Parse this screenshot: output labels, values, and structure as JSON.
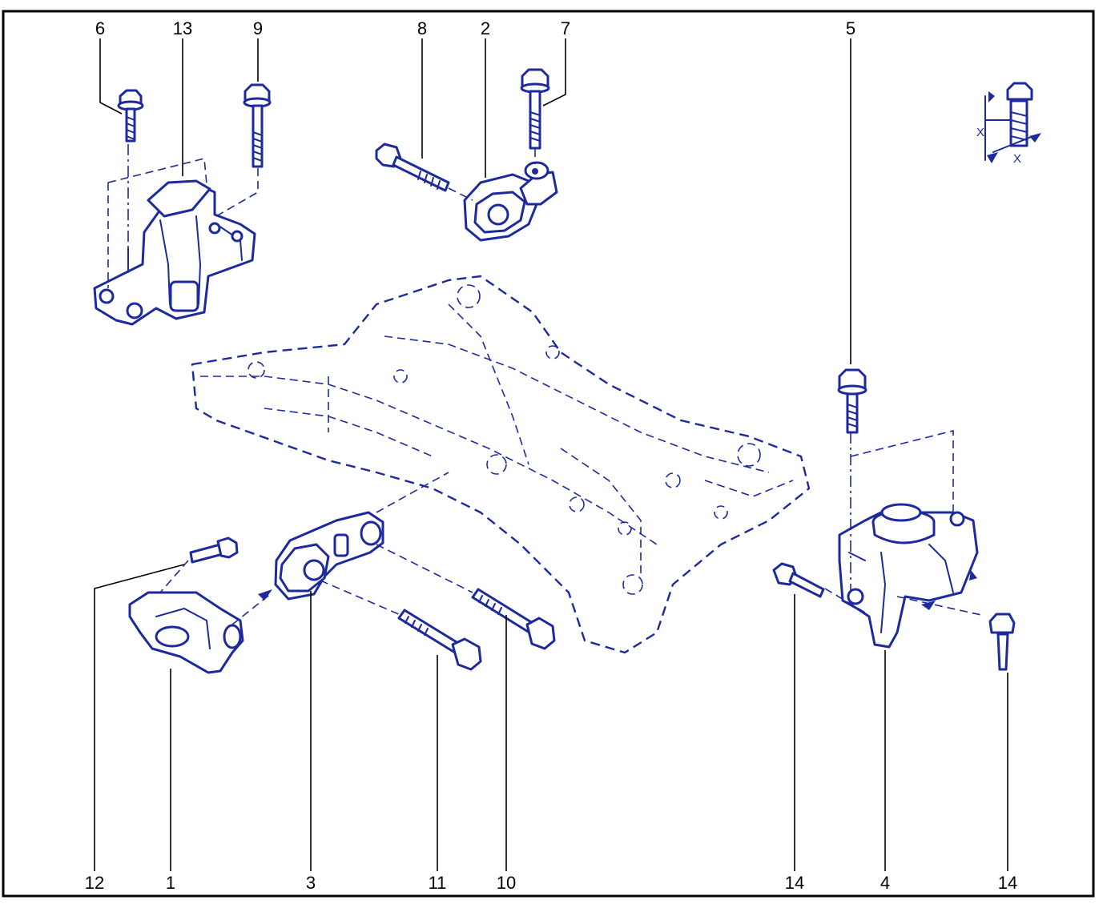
{
  "diagram": {
    "callouts": [
      {
        "id": "c6",
        "label": "6"
      },
      {
        "id": "c13",
        "label": "13"
      },
      {
        "id": "c9",
        "label": "9"
      },
      {
        "id": "c8",
        "label": "8"
      },
      {
        "id": "c2",
        "label": "2"
      },
      {
        "id": "c7",
        "label": "7"
      },
      {
        "id": "c5",
        "label": "5"
      },
      {
        "id": "c12",
        "label": "12"
      },
      {
        "id": "c1",
        "label": "1"
      },
      {
        "id": "c3",
        "label": "3"
      },
      {
        "id": "c11",
        "label": "11"
      },
      {
        "id": "c10",
        "label": "10"
      },
      {
        "id": "c14a",
        "label": "14"
      },
      {
        "id": "c4",
        "label": "4"
      },
      {
        "id": "c14b",
        "label": "14"
      }
    ],
    "inset_labels": [
      "X",
      "X"
    ],
    "colors": {
      "linework": "#1c2a9e",
      "callout": "#000000",
      "border": "#000000"
    }
  }
}
